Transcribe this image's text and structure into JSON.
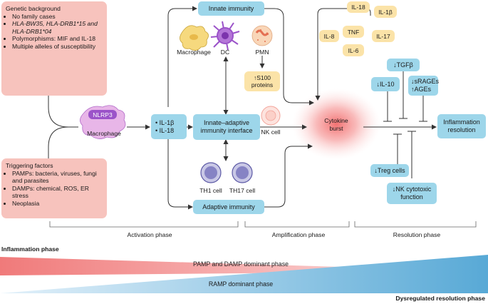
{
  "genetic": {
    "title": "Genetic background",
    "items": [
      "No family cases",
      "HLA-BW35, HLA-DRB1*15 and HLA-DRB1*04",
      "Polymorphisms: MIF and IL-18",
      "Multiple alleles of susceptibility"
    ]
  },
  "triggering": {
    "title": "Triggering factors",
    "items": [
      "PAMPs: bacteria, viruses, fungi and parasites",
      "DAMPs: chemical, ROS, ER stress",
      "Neoplasia"
    ]
  },
  "nodes": {
    "nlrp3": "NLRP3",
    "macrophage_left": "Macrophage",
    "il1b": "• IL-1β",
    "il18": "• IL-18",
    "innate": "Innate immunity",
    "interface": "Innate–adaptive immunity interface",
    "adaptive": "Adaptive immunity",
    "macrophage": "Macrophage",
    "dc": "DC",
    "pmn": "PMN",
    "s100": "↑S100 proteins",
    "nk": "NK cell",
    "th1": "TH1 cell",
    "th17": "TH17 cell",
    "cytokine": "Cytokine burst",
    "tgfb": "↓TGFβ",
    "il10": "↓IL-10",
    "srages_1": "↓sRAGEs",
    "srages_2": "↑AGEs",
    "treg": "↓Treg cells",
    "nkcyto": "↓NK cytotoxic function",
    "resolution": "Inflammation resolution"
  },
  "cytokines": [
    "IL-18",
    "IL-1β",
    "IL-8",
    "TNF",
    "IL-17",
    "IL-6"
  ],
  "phases": {
    "activation": "Activation phase",
    "amplification": "Amplification phase",
    "resolution": "Resolution phase"
  },
  "bottom": {
    "inflammation_phase": "Inflammation phase",
    "pamp": "PAMP and DAMP dominant phase",
    "ramp": "RAMP dominant phase",
    "dysregulated": "Dysregulated resolution phase"
  },
  "colors": {
    "pink": "#f7c3bd",
    "blue": "#9dd6ea",
    "yellow": "#fbe3a8",
    "purple": "#9b53c9",
    "wedge_red": "#f07a7a",
    "wedge_blue": "#58a9d6"
  }
}
